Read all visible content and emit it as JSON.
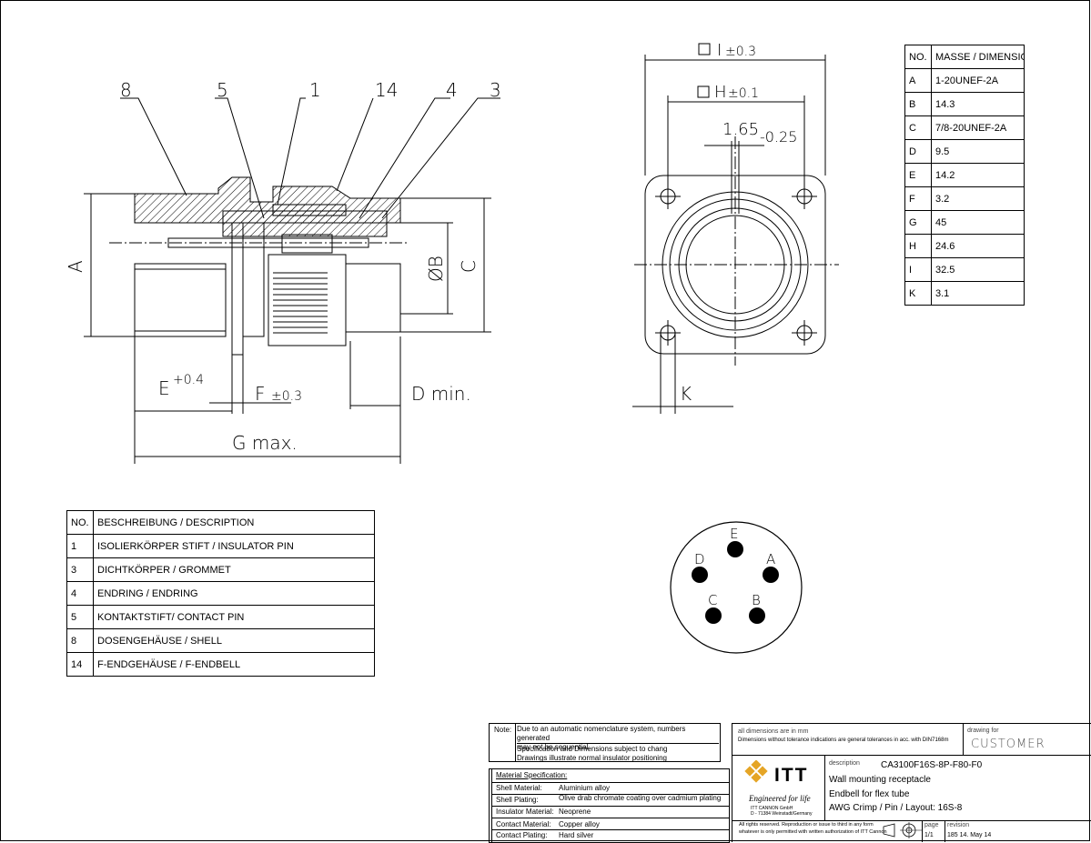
{
  "section_view": {
    "callouts": [
      "8",
      "5",
      "1",
      "14",
      "4",
      "3"
    ],
    "dims": {
      "a": "A",
      "b": "ØB",
      "c": "C",
      "e": "E",
      "e_tol": "+0.4",
      "f": "F",
      "f_tol": "±0.3",
      "d": "D  min.",
      "g": "G  max."
    }
  },
  "front_view": {
    "dim_i_tol": "±0.3",
    "dim_i": "I",
    "dim_h": "H",
    "dim_h_tol": "±0.1",
    "dim_165": "1.65",
    "dim_165_tol": "-0.25",
    "dim_k": "K"
  },
  "contact_layout": {
    "letters": [
      "E",
      "D",
      "A",
      "C",
      "B"
    ]
  },
  "dimension_table": {
    "header": [
      "NO.",
      "MASSE / DIMENSION"
    ],
    "rows": [
      [
        "A",
        "1-20UNEF-2A"
      ],
      [
        "B",
        "14.3"
      ],
      [
        "C",
        "7/8-20UNEF-2A"
      ],
      [
        "D",
        "9.5"
      ],
      [
        "E",
        "14.2"
      ],
      [
        "F",
        "3.2"
      ],
      [
        "G",
        "45"
      ],
      [
        "H",
        "24.6"
      ],
      [
        "I",
        "32.5"
      ],
      [
        "K",
        "3.1"
      ]
    ]
  },
  "parts_table": {
    "header": [
      "NO.",
      "BESCHREIBUNG / DESCRIPTION"
    ],
    "rows": [
      [
        "1",
        "ISOLIERKÖRPER STIFT / INSULATOR PIN"
      ],
      [
        "3",
        "DICHTKÖRPER / GROMMET"
      ],
      [
        "4",
        "ENDRING / ENDRING"
      ],
      [
        "5",
        "KONTAKTSTIFT/ CONTACT PIN"
      ],
      [
        "8",
        "DOSENGEHÄUSE / SHELL"
      ],
      [
        "14",
        "F-ENDGEHÄUSE / F-ENDBELL"
      ]
    ]
  },
  "notes": {
    "label": "Note:",
    "line1": "Due to an automatic nomenclature system, numbers generated",
    "line2": "may not be sequential.",
    "line3": "Specification and Dimensions subject to chang",
    "line4": "Drawings illustrate normal insulator positioning"
  },
  "materials": {
    "title": "Material Specification:",
    "rows": [
      [
        "Shell Material:",
        "Aluminium alloy"
      ],
      [
        "Shell Plating:",
        "Olive drab chromate coating over cadmium plating"
      ],
      [
        "Insulator Material:",
        "Neoprene"
      ],
      [
        "Contact Material:",
        "Copper alloy"
      ],
      [
        "Contact Plating:",
        "Hard silver"
      ]
    ]
  },
  "title_block": {
    "all_dims": "all dimensions are in mm",
    "tolerances": "Dimensions without tolerance indications are general tolerances in acc. with DIN7168m",
    "drawing_for_label": "drawing for",
    "drawing_for": "CUSTOMER",
    "logo": "ITT",
    "tagline": "Engineered for life",
    "company1": "ITT CANNON GmbH",
    "company2": "D - 71384 Weinstadt/Germany",
    "description_label": "description",
    "part_number": "CA3100F16S-8P-F80-F0",
    "desc1": "Wall mounting receptacle",
    "desc2": "Endbell for flex tube",
    "desc3": "AWG Crimp / Pin / Layout: 16S-8",
    "rights1": "All rights reserved. Reproduction or issue to third in any form",
    "rights2": "whatever is only permitted with written authorization of ITT Cannon",
    "page_label": "page",
    "page": "1/1",
    "revision_label": "revision",
    "revision": "185 14. May 14"
  }
}
